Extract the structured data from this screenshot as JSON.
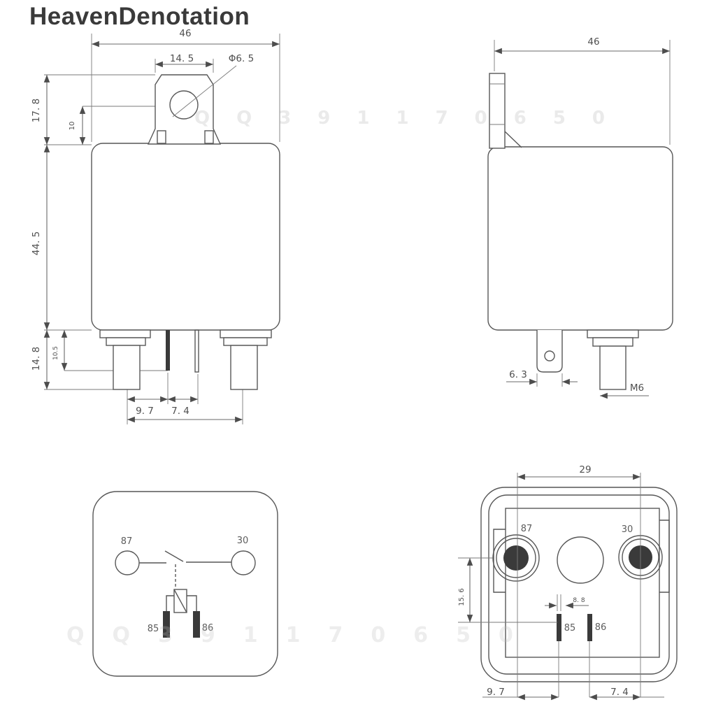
{
  "header": {
    "title": "HeavenDenotation"
  },
  "watermarks": {
    "top": "QQ391170650",
    "bottom": "QQ391170650"
  },
  "front_view": {
    "dim_overall_width": "46",
    "dim_tab_width": "14. 5",
    "dim_hole": "Φ6. 5",
    "dim_tab_height": "17. 8",
    "dim_hole_to_body": "10",
    "dim_body_height": "44. 5",
    "dim_terminal_length": "14. 8",
    "dim_pin_length": "10.5",
    "dim_pin_pitch_a": "9. 7",
    "dim_pin_pitch_b": "7. 4"
  },
  "side_view": {
    "dim_overall_width": "46",
    "dim_blade_width": "6. 3",
    "dim_stud_thread": "M6"
  },
  "circuit_view": {
    "pin_87": "87",
    "pin_30": "30",
    "pin_85": "85",
    "pin_86": "86"
  },
  "bottom_view": {
    "dim_terminal_pitch": "29",
    "dim_offset": "15. 6",
    "dim_pin_gap": "8. 8",
    "dim_left": "9. 7",
    "dim_right": "7. 4",
    "pin_87": "87",
    "pin_30": "30",
    "pin_85": "85",
    "pin_86": "86"
  }
}
